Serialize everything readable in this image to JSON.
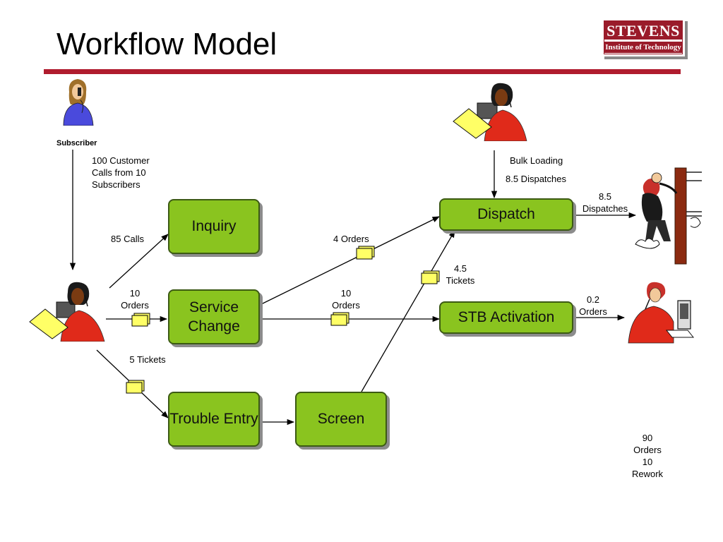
{
  "title": "Workflow Model",
  "logo": {
    "name": "STEVENS",
    "subtitle": "Institute of Technology"
  },
  "subscriber_label": "Subscriber",
  "nodes": {
    "inquiry": "Inquiry",
    "service_change": "Service Change",
    "trouble_entry": "Trouble Entry",
    "screen": "Screen",
    "dispatch": "Dispatch",
    "stb_activation": "STB Activation"
  },
  "labels": {
    "customer_calls": "100 Customer Calls from 10 Subscribers",
    "calls_85": "85 Calls",
    "orders_10_in": "10 Orders",
    "tickets_5": "5 Tickets",
    "orders_4": "4 Orders",
    "orders_10_out": "10 Orders",
    "tickets_45": "4.5 Tickets",
    "bulk_loading": "Bulk Loading",
    "dispatches_85_in": "8.5 Dispatches",
    "dispatches_85_out": "8.5 Dispatches",
    "orders_02": "0.2 Orders",
    "summary": "90 Orders 10 Rework"
  },
  "icons": [
    "subscriber-person-icon",
    "operator-person-icon",
    "dispatcher-person-icon",
    "lineman-icon",
    "technician-computer-icon",
    "document-icon"
  ],
  "colors": {
    "box": "#8ac41f",
    "rule": "#b01c2e",
    "logo": "#9a1b2a",
    "document": "#ffff66"
  }
}
